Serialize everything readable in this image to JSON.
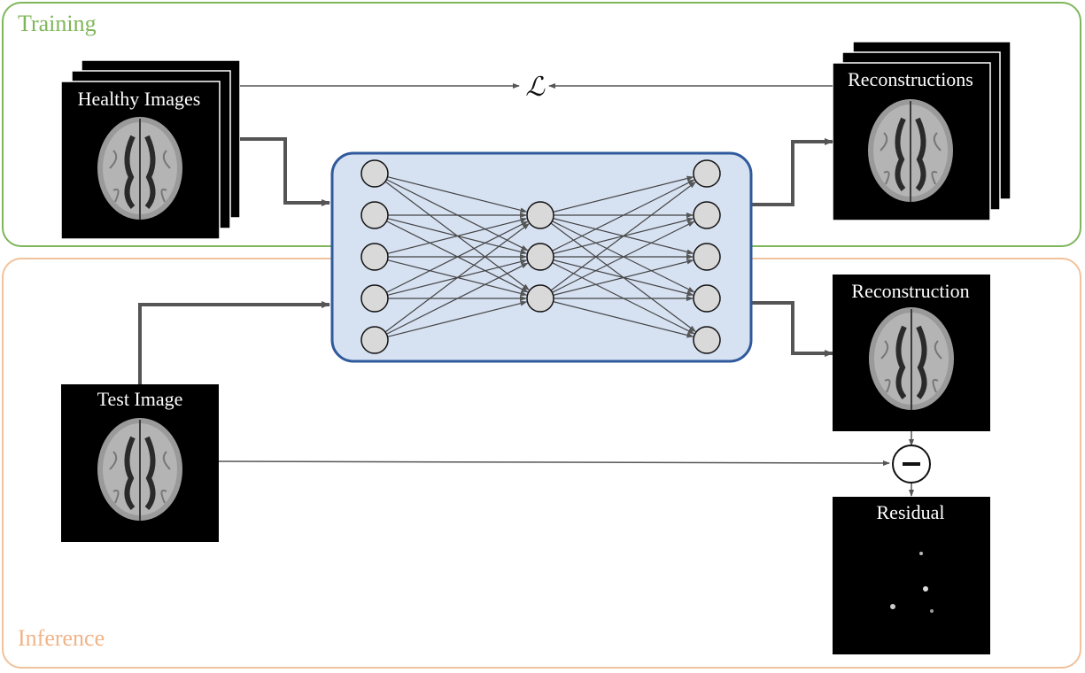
{
  "panels": {
    "training": "Training",
    "inference": "Inference"
  },
  "images": {
    "healthy": "Healthy Images",
    "reconstructions": "Reconstructions",
    "test": "Test Image",
    "reconstruction": "Reconstruction",
    "residual": "Residual"
  },
  "loss_symbol": "ℒ",
  "network": {
    "layers": [
      5,
      3,
      5
    ]
  },
  "colors": {
    "training": "#7fb65a",
    "inference": "#f1c29b",
    "network_fill": "#d6e1f2",
    "network_border": "#2f5a9c",
    "arrow": "#555555",
    "node": "#d9d9d9"
  }
}
